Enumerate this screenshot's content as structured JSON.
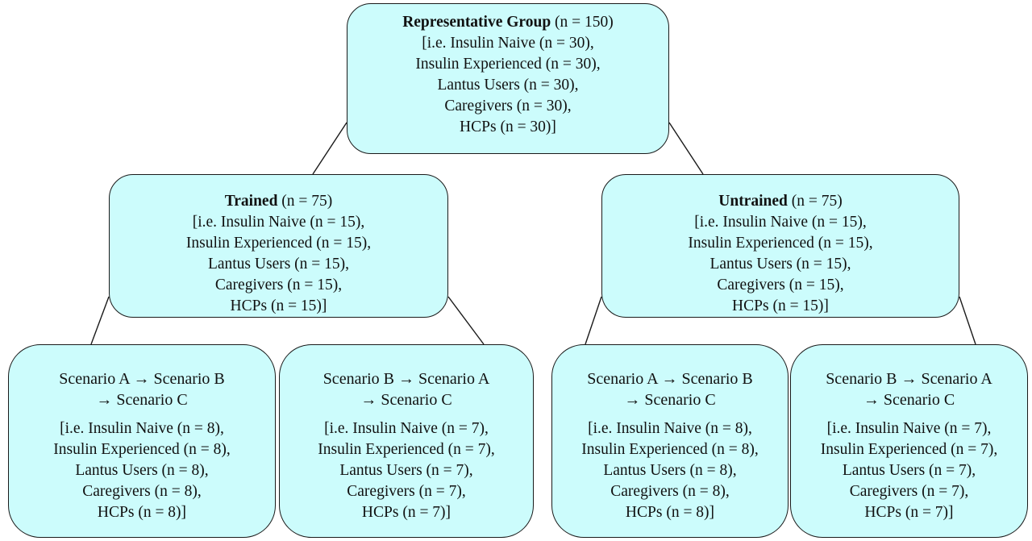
{
  "root": {
    "title": "Representative Group",
    "title_count": "(n = 150)",
    "lines": [
      "[i.e. Insulin Naive (n = 30),",
      "Insulin Experienced (n = 30),",
      "Lantus Users (n = 30),",
      "Caregivers (n = 30),",
      "HCPs (n = 30)]"
    ]
  },
  "groups": [
    {
      "title": "Trained",
      "title_count": "(n = 75)",
      "lines": [
        "[i.e. Insulin Naive (n = 15),",
        "Insulin Experienced (n = 15),",
        "Lantus Users (n = 15),",
        "Caregivers (n = 15),",
        "HCPs (n = 15)]"
      ],
      "leaves": [
        {
          "scenario_line1": "Scenario A → Scenario B",
          "scenario_line2": "→ Scenario C",
          "lines": [
            "[i.e. Insulin Naive (n = 8),",
            "Insulin Experienced (n = 8),",
            "Lantus Users (n = 8),",
            "Caregivers (n = 8),",
            "HCPs (n = 8)]"
          ]
        },
        {
          "scenario_line1": "Scenario B → Scenario A",
          "scenario_line2": "→ Scenario C",
          "lines": [
            "[i.e. Insulin Naive (n = 7),",
            "Insulin Experienced (n = 7),",
            "Lantus Users (n = 7),",
            "Caregivers (n = 7),",
            "HCPs (n = 7)]"
          ]
        }
      ]
    },
    {
      "title": "Untrained",
      "title_count": "(n = 75)",
      "lines": [
        "[i.e. Insulin Naive (n = 15),",
        "Insulin Experienced (n = 15),",
        "Lantus Users (n = 15),",
        "Caregivers (n = 15),",
        "HCPs (n = 15)]"
      ],
      "leaves": [
        {
          "scenario_line1": "Scenario A → Scenario B",
          "scenario_line2": "→ Scenario C",
          "lines": [
            "[i.e. Insulin Naive (n = 8),",
            "Insulin Experienced (n = 8),",
            "Lantus Users (n = 8),",
            "Caregivers (n = 8),",
            "HCPs (n = 8)]"
          ]
        },
        {
          "scenario_line1": "Scenario B → Scenario A",
          "scenario_line2": "→ Scenario C",
          "lines": [
            "[i.e. Insulin Naive (n = 7),",
            "Insulin Experienced (n = 7),",
            "Lantus Users (n = 7),",
            "Caregivers (n = 7),",
            "HCPs (n = 7)]"
          ]
        }
      ]
    }
  ],
  "colors": {
    "node_fill": "#ccfcfc",
    "node_border": "#1a1a1a",
    "connector": "#1a1a1a"
  }
}
